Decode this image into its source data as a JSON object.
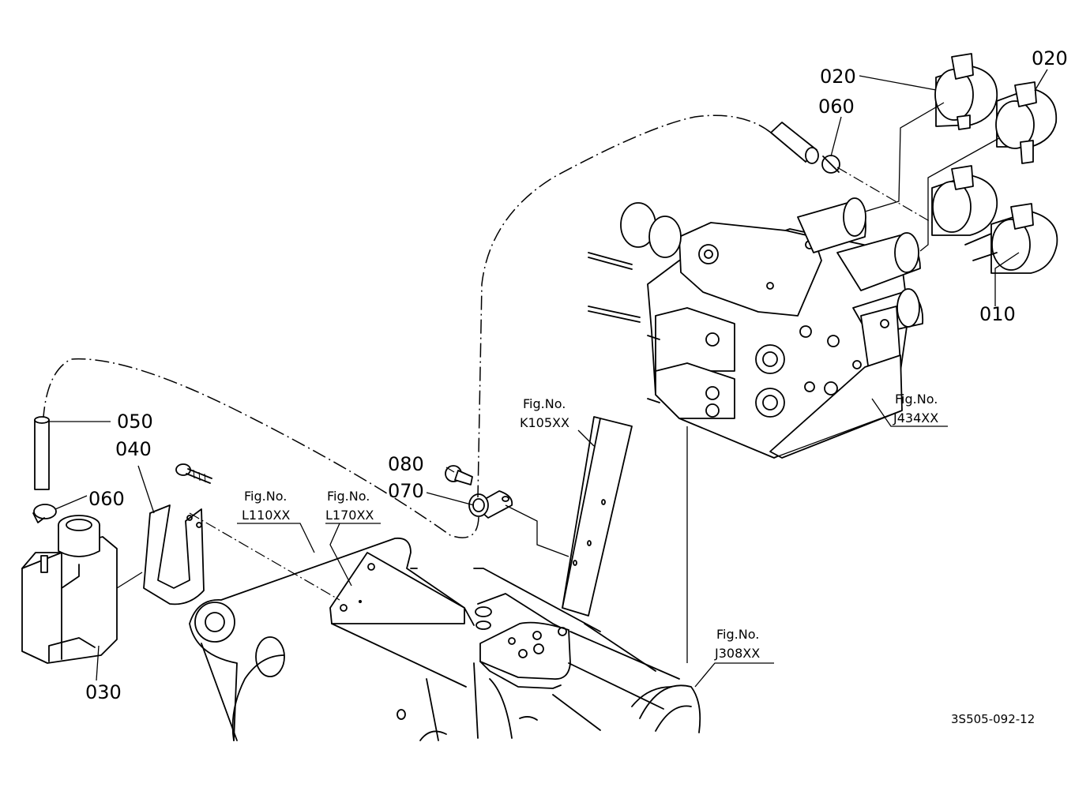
{
  "labels": {
    "p010": "010",
    "p020a": "020",
    "p020b": "020",
    "p030": "030",
    "p040": "040",
    "p050": "050",
    "p060a": "060",
    "p060b": "060",
    "p070": "070",
    "p080": "080"
  },
  "figure_refs": {
    "k105": {
      "line1": "Fig.No.",
      "line2": "K105XX"
    },
    "j434": {
      "line1": "Fig.No.",
      "line2": "J434XX"
    },
    "l110": {
      "line1": "Fig.No.",
      "line2": "L110XX"
    },
    "l170": {
      "line1": "Fig.No.",
      "line2": "L170XX"
    },
    "j308": {
      "line1": "Fig.No.",
      "line2": "J308XX"
    }
  },
  "drawing_code": "3S505-092-12"
}
